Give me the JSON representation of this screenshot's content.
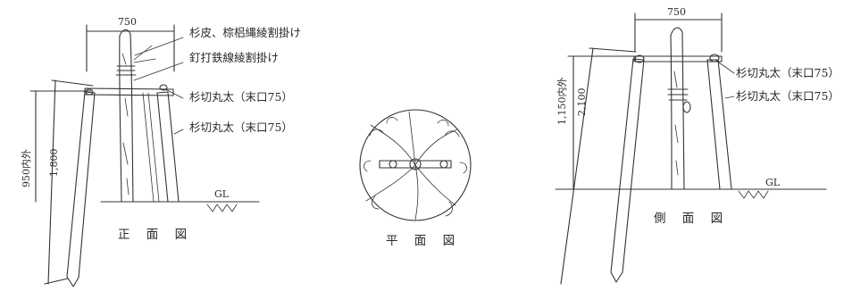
{
  "front_view": {
    "caption": "正 面 図",
    "top_width": "750",
    "height_overall": "1,800",
    "height_inner": "950内外",
    "callouts": [
      "杉皮、棕梠縄綾割掛け",
      "釘打鉄線綾割掛け",
      "杉切丸太（末口75）",
      "杉切丸太（末口75）"
    ],
    "ground_label": "GL"
  },
  "plan_view": {
    "caption": "平 面 図"
  },
  "side_view": {
    "caption": "側 面 図",
    "top_width": "750",
    "height_overall": "2,100",
    "height_inner": "1,150内外",
    "callouts": [
      "杉切丸太（末口75）",
      "杉切丸太（末口75）"
    ],
    "ground_label": "GL"
  }
}
